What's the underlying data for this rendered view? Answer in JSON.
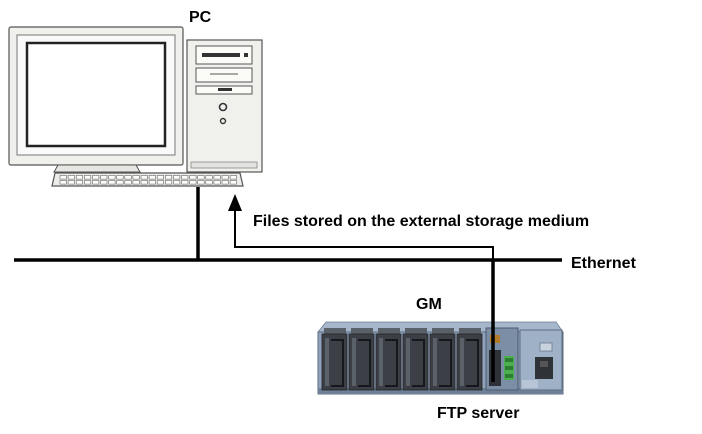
{
  "labels": {
    "pc": "PC",
    "files": "Files stored on the external storage medium",
    "ethernet": "Ethernet",
    "gm": "GM",
    "ftp_server": "FTP server"
  },
  "icons": {
    "pc": "desktop-computer-icon",
    "gm": "gm-data-acquisition-unit-icon"
  },
  "colors": {
    "line": "#000000",
    "gm_body": "#8fa3bd",
    "gm_module": "#3c4046",
    "monitor_beige": "#f0f0ec"
  }
}
